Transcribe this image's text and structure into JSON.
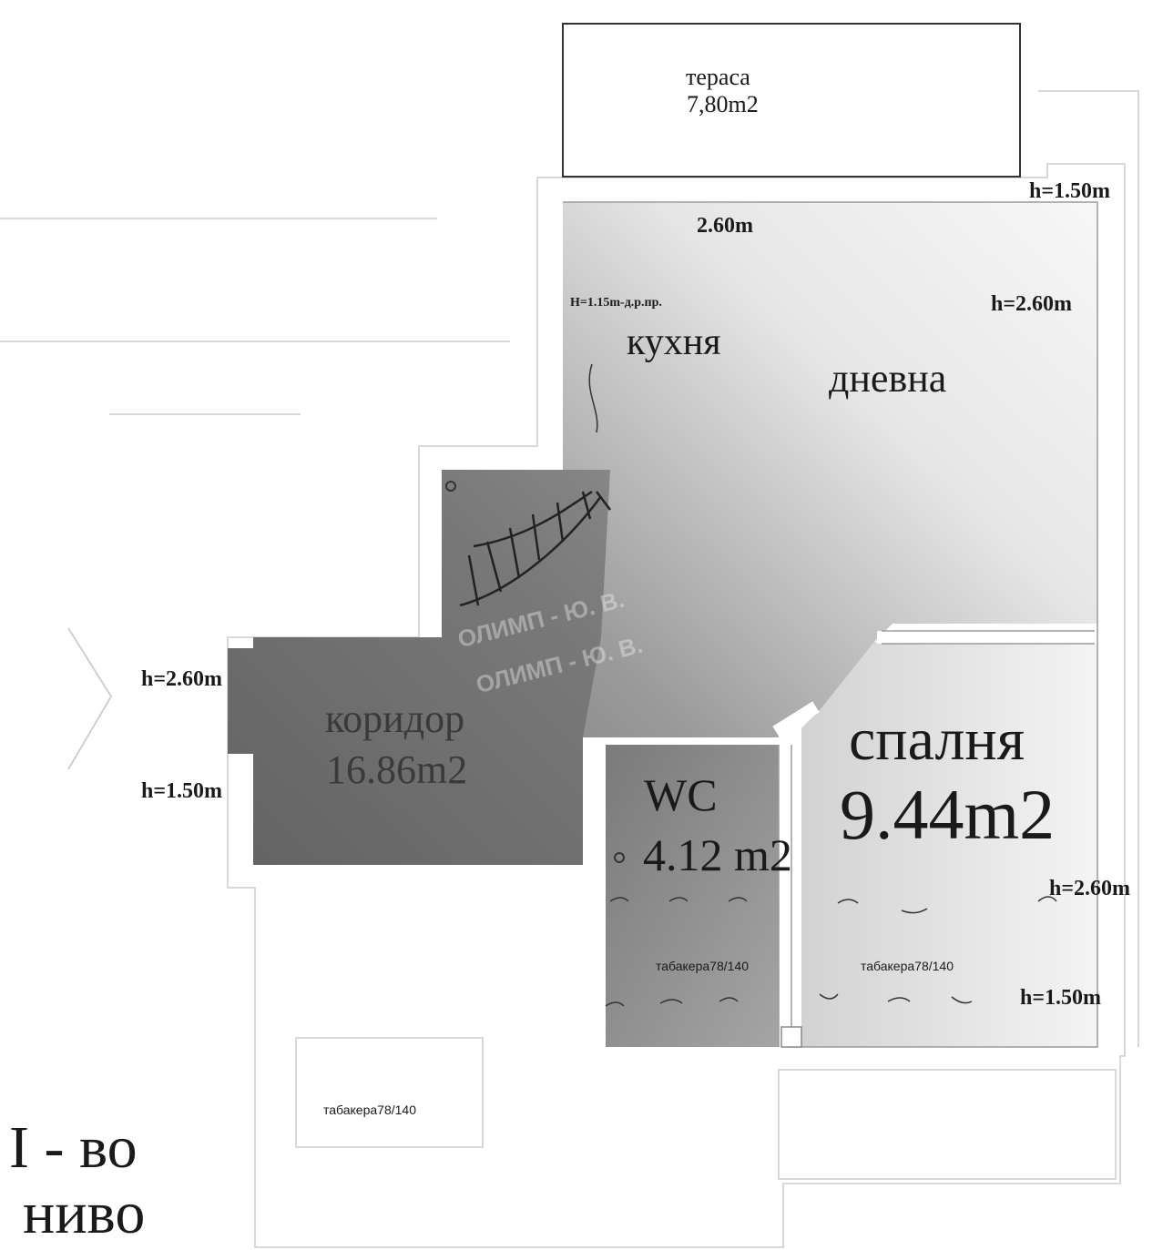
{
  "rooms": {
    "terrace": {
      "name": "тераса",
      "area": "7,80m2"
    },
    "kitchen": {
      "name": "кухня"
    },
    "living": {
      "name": "дневна"
    },
    "corridor": {
      "name": "коридор",
      "area": "16.86m2"
    },
    "wc": {
      "name": "WC",
      "area": "4.12 m2"
    },
    "bedroom": {
      "name": "спалня",
      "area": "9.44m2"
    }
  },
  "heights": {
    "top_right": "h=1.50m",
    "top_left_dim": "2.60m",
    "kitchen_note": "H=1.15m-д.р.пр.",
    "living_right": "h=2.60m",
    "entry_top": "h=2.60m",
    "entry_bottom": "h=1.50m",
    "bedroom_top": "h=2.60m",
    "bedroom_bottom": "h=1.50m"
  },
  "windows": {
    "wc": "табакера78/140",
    "bedroom": "табакера78/140",
    "lower": "табакера78/140"
  },
  "watermark": [
    "ОЛИМП - Ю. В.",
    "ОЛИМП - Ю. В."
  ],
  "level": {
    "line1": "I - во",
    "line2": "ниво"
  },
  "colors": {
    "dark": "#5e5e5e",
    "mid": "#8c8c8c",
    "light": "#e8e8e8",
    "ink": "#1a1a1a"
  }
}
